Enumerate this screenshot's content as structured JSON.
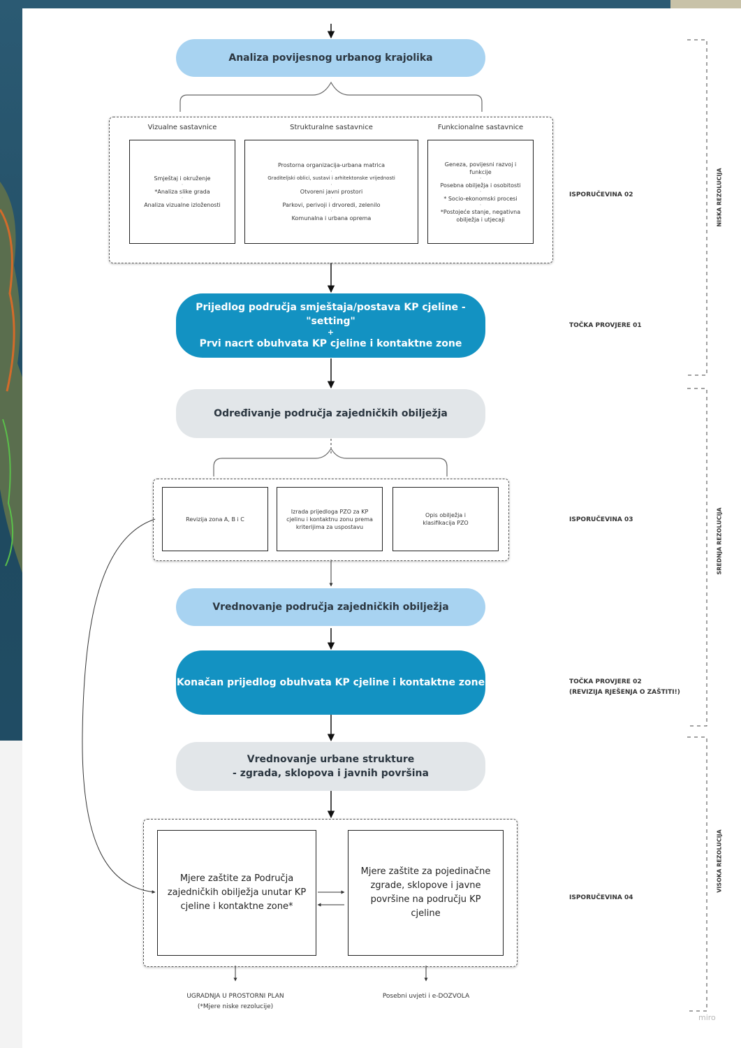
{
  "step1": "Analiza povijesnog urbanog krajolika",
  "components": {
    "visual": {
      "heading": "Vizualne sastavnice",
      "items": [
        "Smještaj i okruženje",
        "*Analiza slike grada",
        "Analiza vizualne izloženosti"
      ]
    },
    "structural": {
      "heading": "Strukturalne sastavnice",
      "items": [
        "Prostorna organizacija-urbana matrica",
        "Graditeljski oblici, sustavi i arhitektonske vrijednosti",
        "Otvoreni javni prostori",
        "Parkovi, perivoji i drvoredi, zelenilo",
        "Komunalna i urbana oprema"
      ]
    },
    "functional": {
      "heading": "Funkcionalne sastavnice",
      "items": [
        "Geneza, povijesni razvoj i funkcije",
        "Posebna obilježja i osobitosti",
        "* Socio-ekonomski procesi",
        "*Postojeće stanje, negativna obilježja i utjecaji"
      ]
    }
  },
  "step2": {
    "line1": "Prijedlog područja smještaja/postava KP cjeline - \"setting\"",
    "plus": "+",
    "line2": "Prvi nacrt obuhvata KP cjeline i kontaktne zone"
  },
  "step3": "Određivanje područja zajedničkih obilježja",
  "pzo_boxes": [
    "Revizija zona A, B i C",
    "Izrada prijedloga PZO za KP cjelinu i kontaktnu zonu prema kriterijima za uspostavu",
    "Opis obilježja i klasifikacija PZO"
  ],
  "step4": "Vrednovanje područja zajedničkih obilježja",
  "step5": "Konačan prijedlog obuhvata KP cjeline i kontaktne zone",
  "step6": {
    "line1": "Vrednovanje urbane strukture",
    "line2": "- zgrada, sklopova i javnih površina"
  },
  "measures": {
    "left": "Mjere zaštite za Područja zajedničkih obilježja unutar KP cjeline i kontaktne zone*",
    "right": "Mjere zaštite za pojedinačne zgrade, sklopove i javne površine na području KP cjeline"
  },
  "outputs": {
    "left_line1": "UGRADNJA U PROSTORNI PLAN",
    "left_line2": "(*Mjere niske rezolucije)",
    "right": "Posebni uvjeti i e-DOZVOLA"
  },
  "right_labels": {
    "deliverable_02": "ISPORUČEVINA 02",
    "checkpoint_01": "TOČKA PROVJERE 01",
    "deliverable_03": "ISPORUČEVINA 03",
    "checkpoint_02_line1": "TOČKA PROVJERE 02",
    "checkpoint_02_line2": "(REVIZIJA RJEŠENJA O ZAŠTITI!)",
    "deliverable_04": "ISPORUČEVINA 04"
  },
  "resolution_labels": {
    "low": "NISKA REZOLUCIJA",
    "medium": "SREDNJA REZOLUCIJA",
    "high": "VISOKA REZOLUCIJA"
  },
  "watermark": "miro",
  "colors": {
    "light_blue": "#a8d3f1",
    "dark_blue": "#1392c2",
    "gray": "#e2e6e9"
  }
}
